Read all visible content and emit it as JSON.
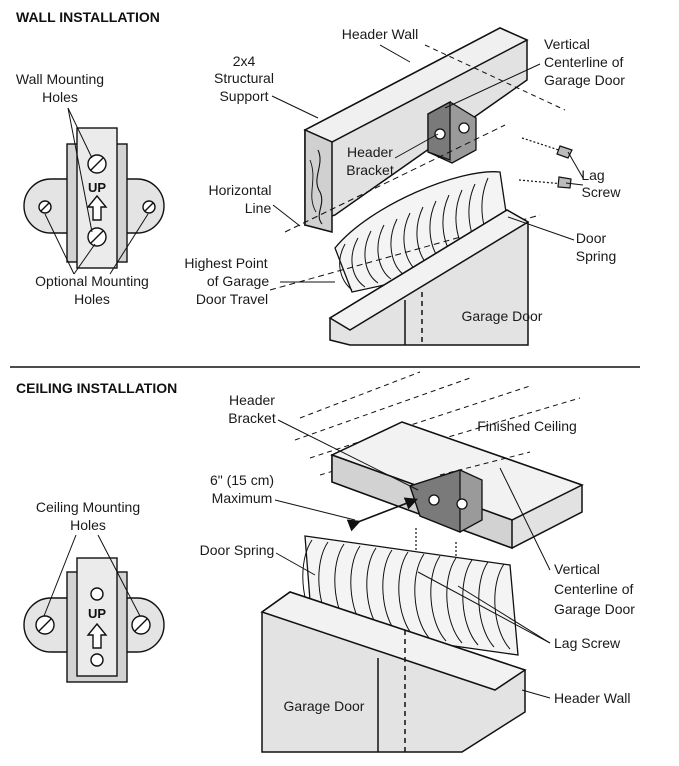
{
  "wall": {
    "title": "WALL INSTALLATION",
    "labels": {
      "header_wall": "Header Wall",
      "structural_support": [
        "2x4",
        "Structural",
        "Support"
      ],
      "vertical_centerline": [
        "Vertical",
        "Centerline of",
        "Garage Door"
      ],
      "wall_mounting_holes": [
        "Wall Mounting",
        "Holes"
      ],
      "header_bracket": [
        "Header",
        "Bracket"
      ],
      "lag_screw": [
        "Lag",
        "Screw"
      ],
      "horizontal_line": [
        "Horizontal",
        "Line"
      ],
      "door_spring": [
        "Door",
        "Spring"
      ],
      "highest_point": [
        "Highest Point",
        "of Garage",
        "Door Travel"
      ],
      "optional_mounting_holes": [
        "Optional Mounting",
        "Holes"
      ],
      "garage_door": "Garage Door",
      "up": "UP"
    }
  },
  "ceiling": {
    "title": "CEILING INSTALLATION",
    "labels": {
      "header_bracket": [
        "Header",
        "Bracket"
      ],
      "finished_ceiling": "Finished Ceiling",
      "maximum": [
        "6\" (15 cm)",
        "Maximum"
      ],
      "ceiling_mounting_holes": [
        "Ceiling Mounting",
        "Holes"
      ],
      "door_spring": "Door Spring",
      "vertical_centerline": [
        "Vertical",
        "Centerline of",
        "Garage Door"
      ],
      "lag_screw": "Lag Screw",
      "garage_door": "Garage Door",
      "header_wall": "Header Wall",
      "up": "UP"
    }
  }
}
